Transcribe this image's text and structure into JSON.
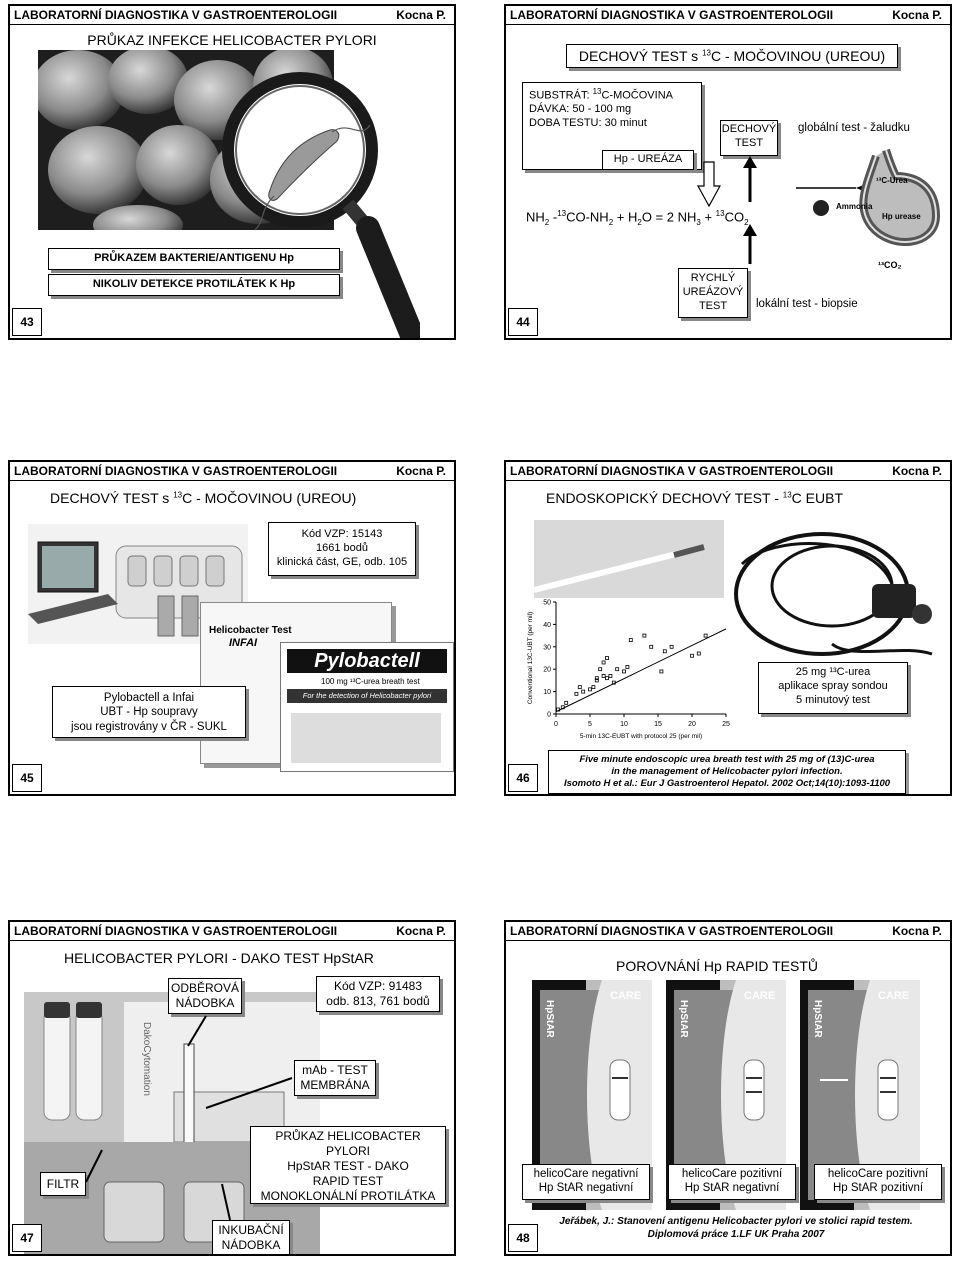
{
  "header": {
    "left": "LABORATORNÍ DIAGNOSTIKA V GASTROENTEROLOGII",
    "right": "Kocna P."
  },
  "s43": {
    "num": "43",
    "title": "PRŮKAZ INFEKCE HELICOBACTER PYLORI",
    "box1": "PRŮKAZEM BAKTERIE/ANTIGENU Hp",
    "box2": "NIKOLIV DETEKCE PROTILÁTEK K Hp"
  },
  "s44": {
    "num": "44",
    "title_a": "DECHOVÝ TEST s ",
    "title_sup": "13",
    "title_b": "C - MOČOVINOU (UREOU)",
    "sub1_a": "SUBSTRÁT: ",
    "sub1_sup": "13",
    "sub1_b": "C-MOČOVINA",
    "sub2": "DÁVKA: 50 - 100 mg",
    "sub3": "DOBA TESTU: 30 minut",
    "ureaza": "Hp - UREÁZA",
    "dechovy": "DECHOVÝ TEST",
    "globalni": "globální test - žaludku",
    "eq_a": "NH",
    "eq_s1": "2",
    "eq_b": " -",
    "eq_sup13a": "13",
    "eq_c": "CO-NH",
    "eq_s2": "2",
    "eq_d": " + H",
    "eq_s3": "2",
    "eq_e": "O = 2 NH",
    "eq_s4": "3",
    "eq_f": " + ",
    "eq_sup13b": "13",
    "eq_g": "CO",
    "eq_s5": "2",
    "rychly": "RYCHLÝ UREÁZOVÝ TEST",
    "lokalni": "lokální test - biopsie",
    "diag_urea": "¹³C-Urea",
    "diag_ammonia": "Ammonia",
    "diag_urease": "Hp urease",
    "diag_co2": "¹³CO₂"
  },
  "s45": {
    "num": "45",
    "title_a": "DECHOVÝ TEST s ",
    "title_sup": "13",
    "title_b": "C - MOČOVINOU (UREOU)",
    "kod1": "Kód VZP: 15143",
    "kod2": "1661 bodů",
    "kod3": "klinická část, GE, odb. 105",
    "box1": "Pylobactell a Infai",
    "box2": "UBT - Hp soupravy",
    "box3": "jsou registrovány v ČR - SUKL",
    "pylobactell": "Pylobactell",
    "pylo_sub": "100 mg ¹³C-urea breath test",
    "pylo_detect": "For the detection of Helicobacter pylori",
    "infai1": "Helicobacter Test",
    "infai2": "INFAI"
  },
  "s46": {
    "num": "46",
    "title_a": "ENDOSKOPICKÝ DECHOVÝ TEST - ",
    "title_sup": "13",
    "title_b": "C EUBT",
    "box1": "25 mg ¹³C-urea",
    "box2": "aplikace spray sondou",
    "box3": "5 minutový test",
    "ref1": "Five minute endoscopic urea breath test with 25 mg of (13)C-urea",
    "ref2": "in the management of Helicobacter pylori infection.",
    "ref3": "Isomoto H et al.: Eur J Gastroenterol Hepatol. 2002 Oct;14(10):1093-1100"
  },
  "s47": {
    "num": "47",
    "title": "HELICOBACTER PYLORI - DAKO TEST HpStAR",
    "odber1": "ODBĚROVÁ",
    "odber2": "NÁDOBKA",
    "kod1": "Kód VZP: 91483",
    "kod2": "odb. 813, 761 bodů",
    "mab1": "mAb - TEST",
    "mab2": "MEMBRÁNA",
    "pr1": "PRŮKAZ HELICOBACTER",
    "pr2": "PYLORI",
    "pr3": "HpStAR TEST - DAKO",
    "pr4": "RAPID TEST",
    "pr5": "MONOKLONÁLNÍ PROTILÁTKA",
    "filtr": "FILTR",
    "ink1": "INKUBAČNÍ",
    "ink2": "NÁDOBKA",
    "dako": "DakoCytomation"
  },
  "s48": {
    "num": "48",
    "title": "POROVNÁNÍ Hp RAPID TESTŮ",
    "c1a": "helicoCare negativní",
    "c1b": "Hp StAR negativní",
    "c2a": "helicoCare pozitivní",
    "c2b": "Hp StAR negativní",
    "c3a": "helicoCare pozitivní",
    "c3b": "Hp StAR pozitivní",
    "ref1": "Jeřábek, J.: Stanovení antigenu Helicobacter pylori ve stolici rapid testem.",
    "ref2": "Diplomová práce 1.LF UK Praha 2007",
    "care": "CARE",
    "hpstar": "HpStAR"
  },
  "chart46": {
    "xlabel": "5-min 13C-EUBT with protocol 25 (per mil)",
    "ylabel": "Conventional 13C-UBT (per mil)",
    "xticks": [
      "0",
      "5",
      "10",
      "15",
      "20",
      "25"
    ],
    "yticks": [
      "0",
      "10",
      "20",
      "30",
      "40",
      "50"
    ],
    "points": [
      [
        0.3,
        2
      ],
      [
        1,
        3
      ],
      [
        1.5,
        5
      ],
      [
        3,
        9
      ],
      [
        3.5,
        12
      ],
      [
        4,
        10
      ],
      [
        5,
        11
      ],
      [
        5.5,
        12
      ],
      [
        6,
        15
      ],
      [
        6,
        16
      ],
      [
        7,
        17
      ],
      [
        7.5,
        16
      ],
      [
        8,
        17
      ],
      [
        8.5,
        14
      ],
      [
        6.5,
        20
      ],
      [
        7,
        23
      ],
      [
        7.5,
        25
      ],
      [
        9,
        20
      ],
      [
        10,
        19
      ],
      [
        10.5,
        21
      ],
      [
        11,
        33
      ],
      [
        13,
        35
      ],
      [
        14,
        30
      ],
      [
        15.5,
        19
      ],
      [
        16,
        28
      ],
      [
        17,
        30
      ],
      [
        20,
        26
      ],
      [
        21,
        27
      ],
      [
        22,
        35
      ]
    ],
    "fit": [
      [
        0,
        1
      ],
      [
        25,
        38
      ]
    ]
  }
}
